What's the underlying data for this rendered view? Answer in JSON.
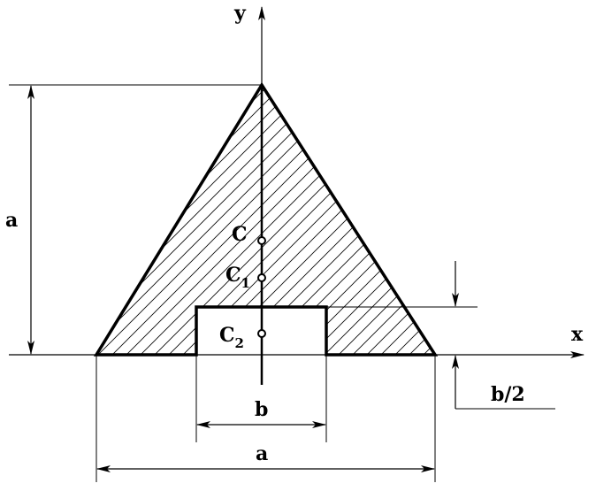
{
  "labels": {
    "y_axis": "y",
    "x_axis": "x",
    "height_dim": "a",
    "base_dim": "a",
    "cutout_width_dim": "b",
    "cutout_height_dim": "b/2",
    "centroid_c": "C",
    "centroid_c1_letter": "C",
    "centroid_c1_sub": "1",
    "centroid_c2_letter": "C",
    "centroid_c2_sub": "2"
  },
  "colors": {
    "stroke": "#000000",
    "background": "#ffffff"
  }
}
